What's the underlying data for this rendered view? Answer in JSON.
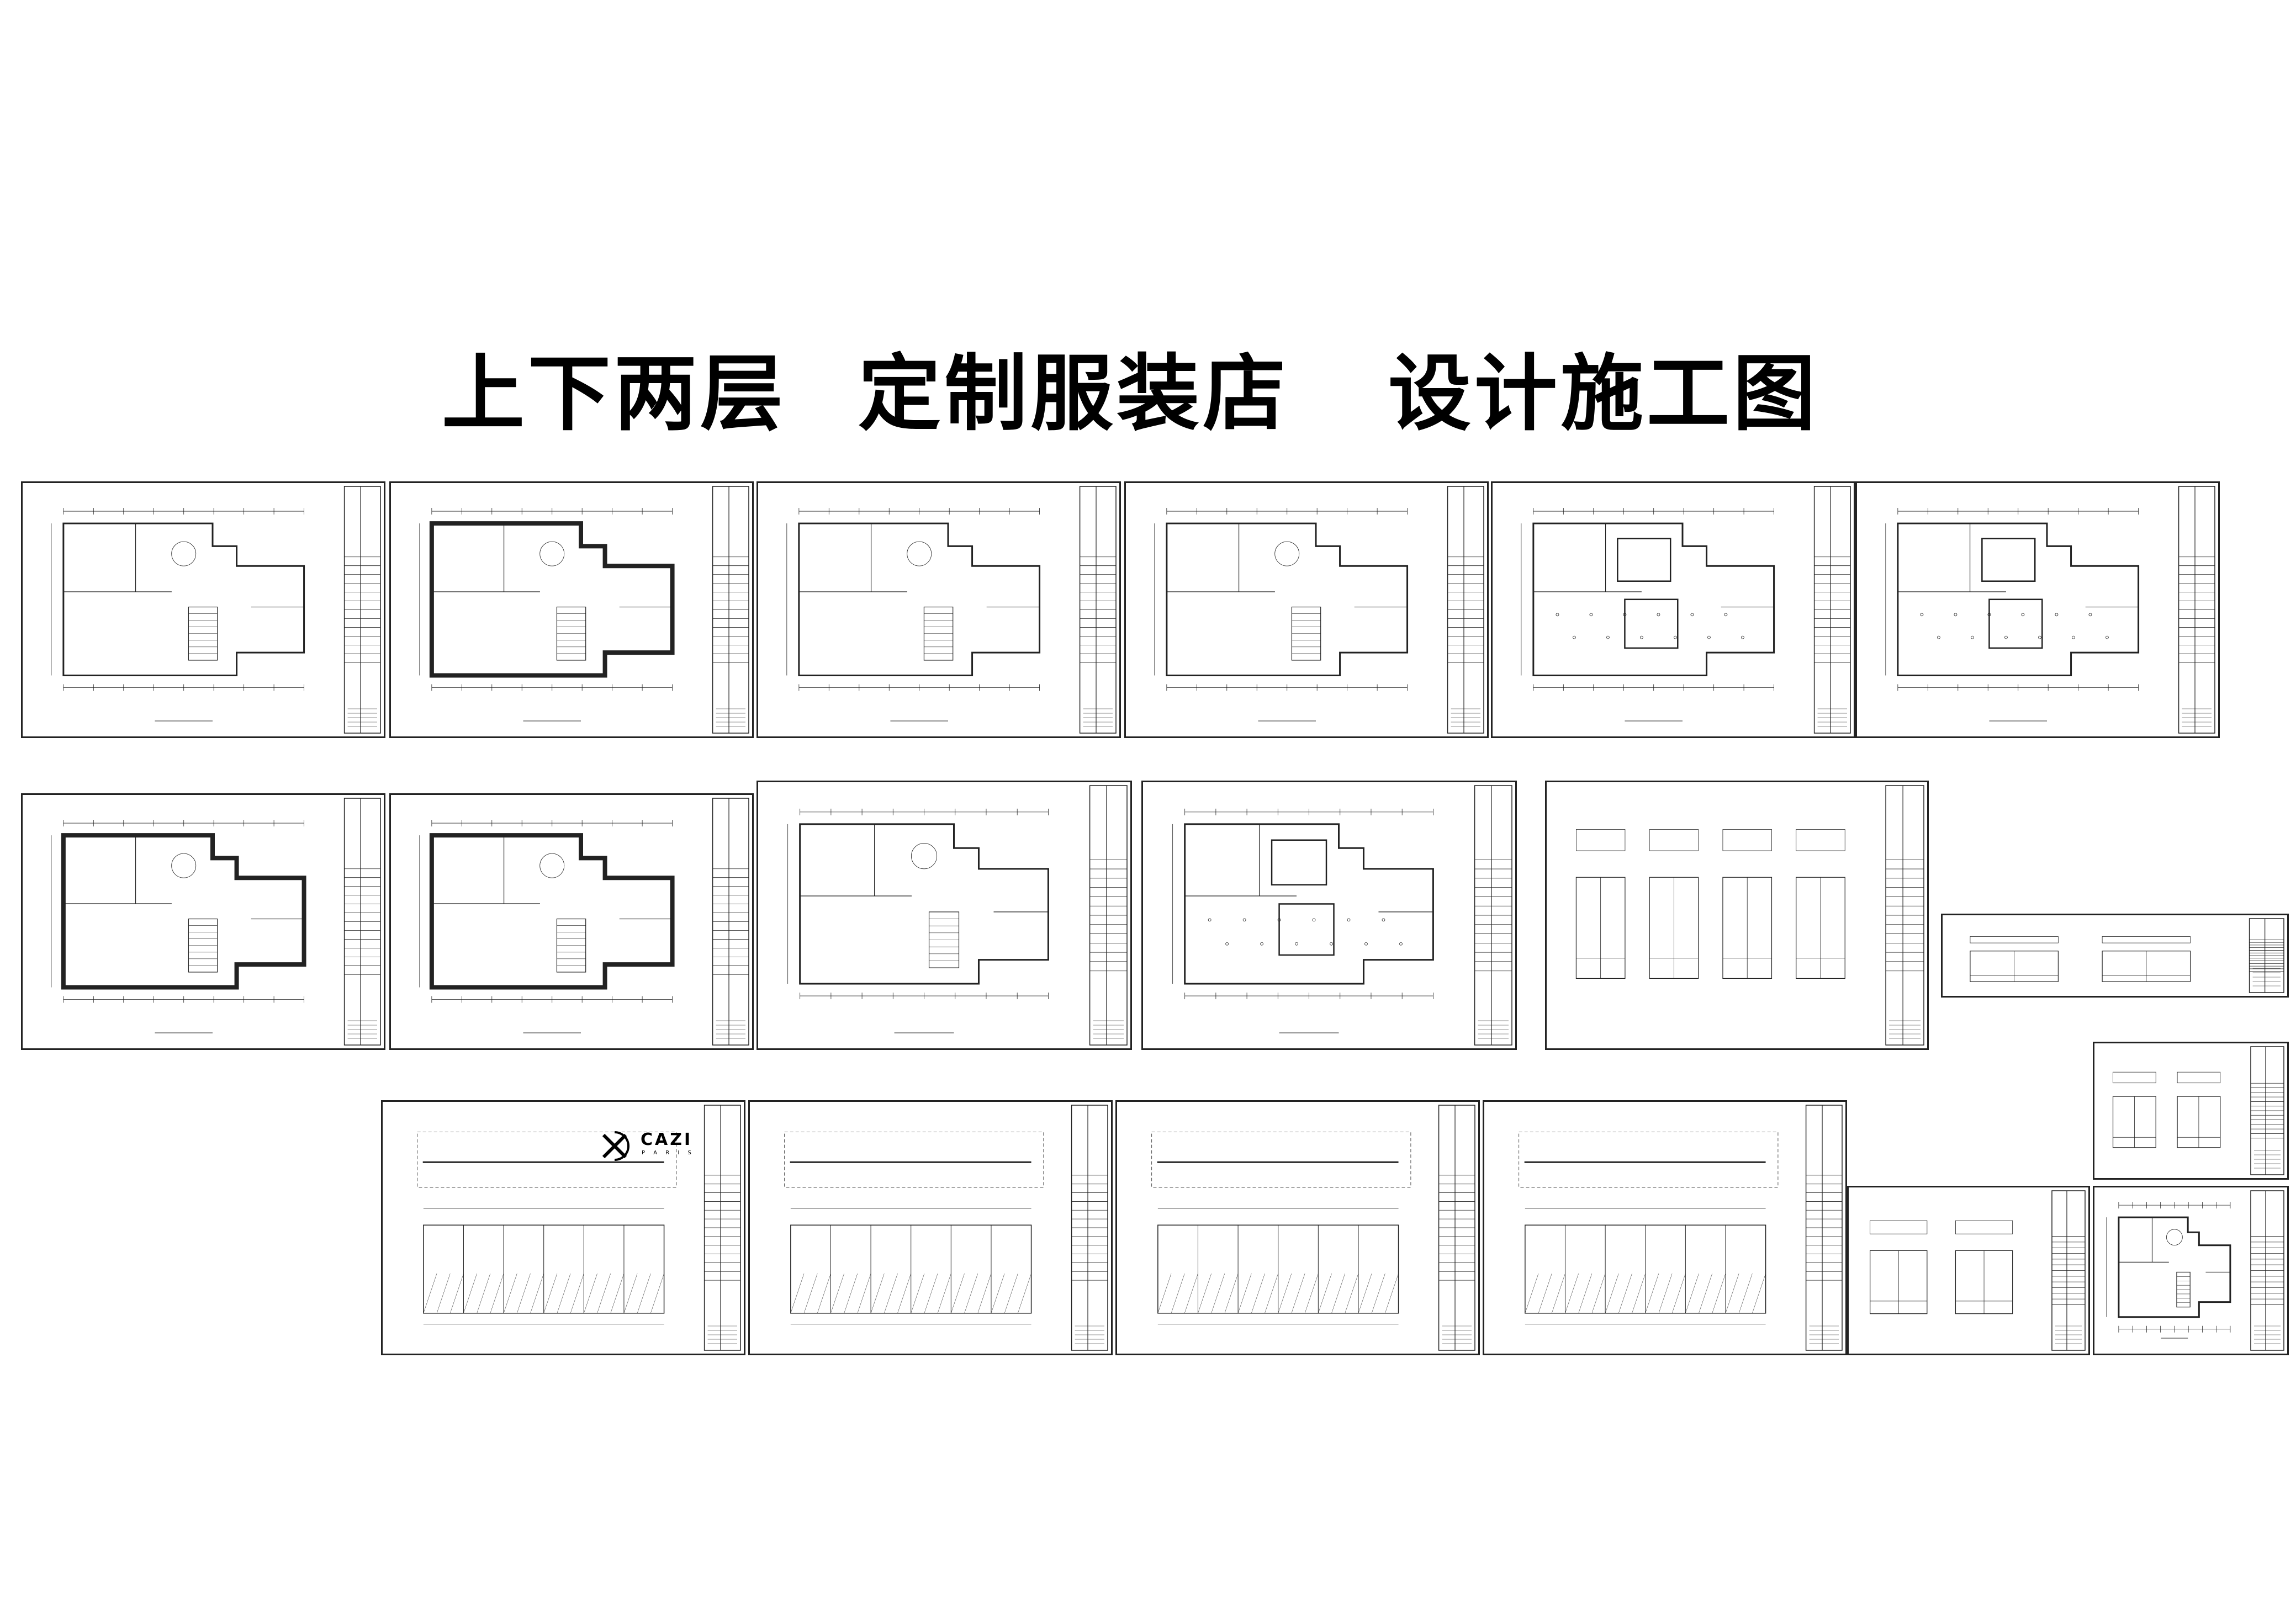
{
  "title": {
    "part1": "上下两层",
    "part2": "定制服装店",
    "part3": "设计施工图"
  },
  "logo": {
    "brand": "CAZI",
    "tagline": "P A R I S"
  },
  "sheet_types": {
    "1": "plan",
    "2": "plan",
    "3": "plan",
    "4": "plan",
    "5": "ceiling",
    "6": "ceiling",
    "7": "plan",
    "8": "plan",
    "9": "plan",
    "10": "ceiling",
    "11": "detail",
    "12": "detail-small",
    "13": "detail-small",
    "14": "facade",
    "15": "elevation",
    "16": "elevation",
    "17": "elevation",
    "18": "detail-small"
  }
}
